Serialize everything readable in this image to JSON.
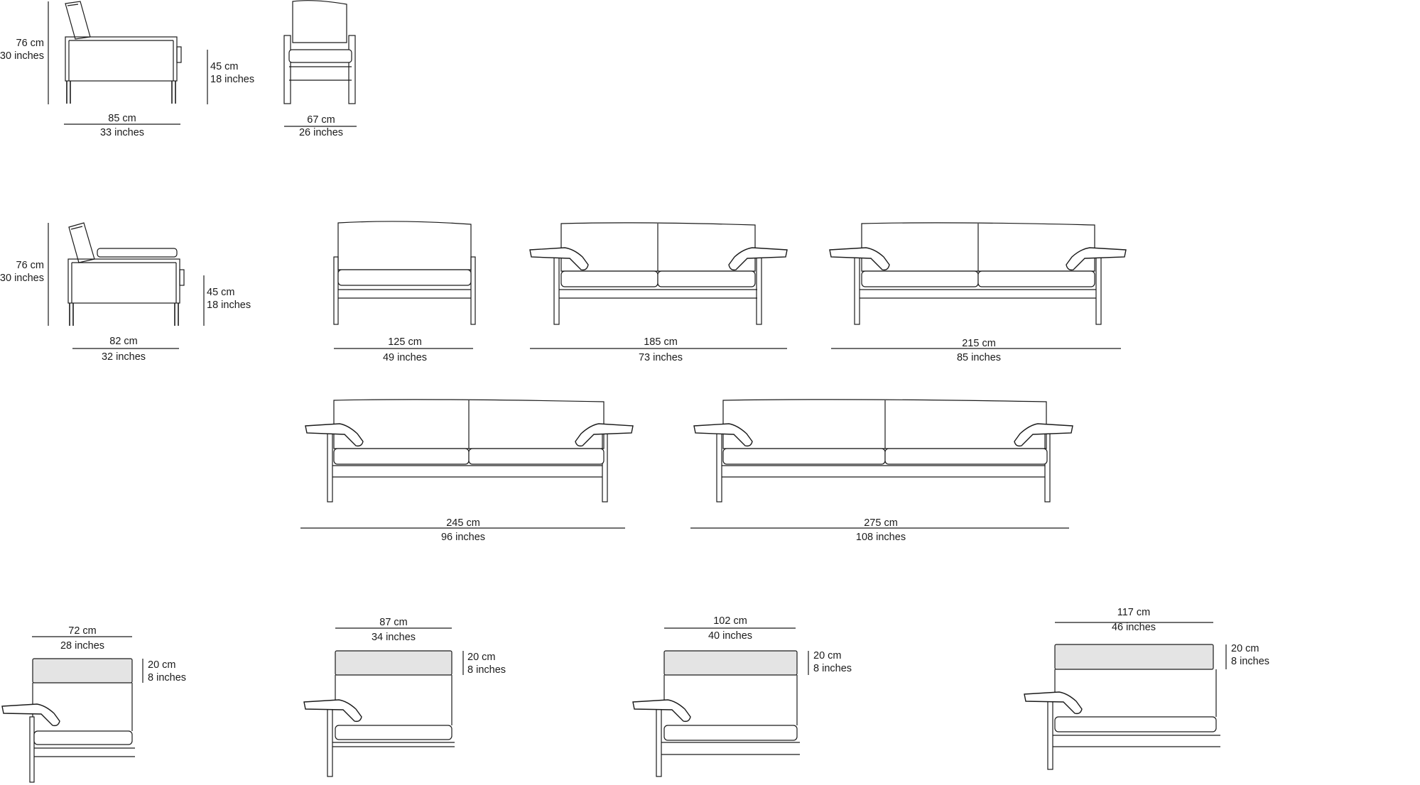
{
  "armchair_side": {
    "height_cm": "76 cm",
    "height_in": "30 inches",
    "seat_cm": "45 cm",
    "seat_in": "18 inches",
    "depth_cm": "85 cm",
    "depth_in": "33 inches"
  },
  "armchair_front": {
    "width_cm": "67 cm",
    "width_in": "26 inches"
  },
  "sofa_side": {
    "height_cm": "76 cm",
    "height_in": "30 inches",
    "seat_cm": "45 cm",
    "seat_in": "18 inches",
    "depth_cm": "82 cm",
    "depth_in": "32 inches"
  },
  "sofas": [
    {
      "width_cm": "125 cm",
      "width_in": "49 inches"
    },
    {
      "width_cm": "185 cm",
      "width_in": "73 inches"
    },
    {
      "width_cm": "215 cm",
      "width_in": "85 inches"
    },
    {
      "width_cm": "245 cm",
      "width_in": "96 inches"
    },
    {
      "width_cm": "275 cm",
      "width_in": "108 inches"
    }
  ],
  "headrests": [
    {
      "width_cm": "72 cm",
      "width_in": "28 inches",
      "height_cm": "20 cm",
      "height_in": "8 inches"
    },
    {
      "width_cm": "87 cm",
      "width_in": "34 inches",
      "height_cm": "20 cm",
      "height_in": "8 inches"
    },
    {
      "width_cm": "102 cm",
      "width_in": "40 inches",
      "height_cm": "20 cm",
      "height_in": "8 inches"
    },
    {
      "width_cm": "117 cm",
      "width_in": "46 inches",
      "height_cm": "20 cm",
      "height_in": "8 inches"
    }
  ],
  "colors": {
    "line": "#1a1a1a",
    "headrest_fill": "#e4e4e4",
    "background": "#ffffff"
  }
}
